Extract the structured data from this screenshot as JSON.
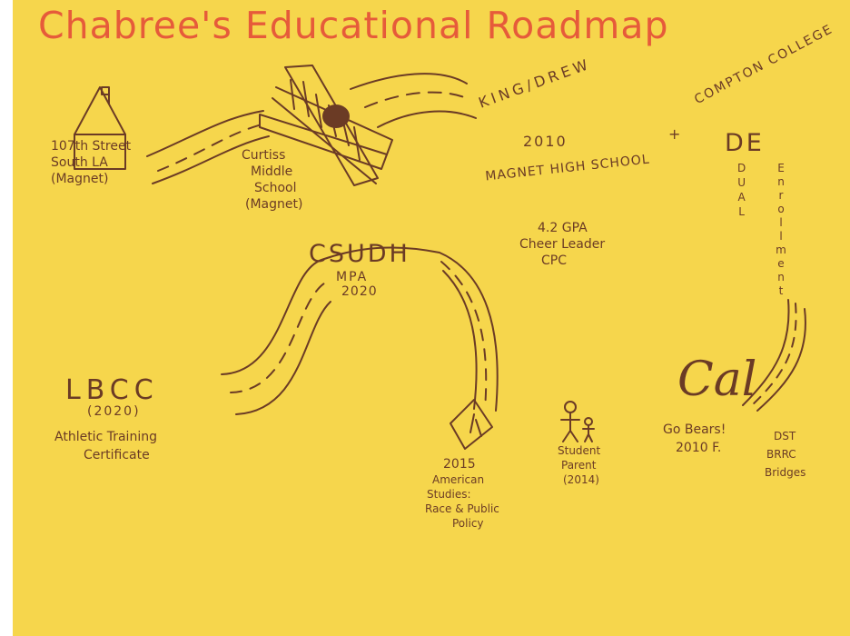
{
  "title": "Chabree's Educational Roadmap",
  "stops": {
    "elementary": {
      "line1": "107th Street",
      "line2": "South LA",
      "line3": "(Magnet)"
    },
    "middle": {
      "line1": "Curtiss",
      "line2": "Middle",
      "line3": "School",
      "line4": "(Magnet)"
    },
    "high_school": {
      "arc_top": "KING/DREW",
      "arc_bottom": "MAGNET HIGH SCHOOL",
      "year": "2010",
      "gpa": "4.2 GPA",
      "role1": "Cheer Leader",
      "role2": "CPC"
    },
    "plus": "+",
    "compton": {
      "name": "COMPTON COLLEGE",
      "de": "DE",
      "dual": "DUAL",
      "enrollment": "Enrollment"
    },
    "cal": {
      "name": "Cal",
      "slogan": "Go Bears!",
      "year": "2010 F.",
      "prog1": "DST",
      "prog2": "BRRC",
      "prog3": "Bridges"
    },
    "berkeley_degree": {
      "year": "2015",
      "line1": "American",
      "line2": "Studies:",
      "line3": "Race & Public",
      "line4": "Policy"
    },
    "parent": {
      "line1": "Student",
      "line2": "Parent",
      "line3": "(2014)"
    },
    "csudh": {
      "name": "CSUDH",
      "degree": "MPA",
      "year": "2020"
    },
    "lbcc": {
      "name": "LBCC",
      "year": "(2020)",
      "line1": "Athletic Training",
      "line2": "Certificate"
    }
  },
  "colors": {
    "paper": "#f6d64c",
    "ink": "#6b3b25",
    "title": "#e65b3a"
  }
}
